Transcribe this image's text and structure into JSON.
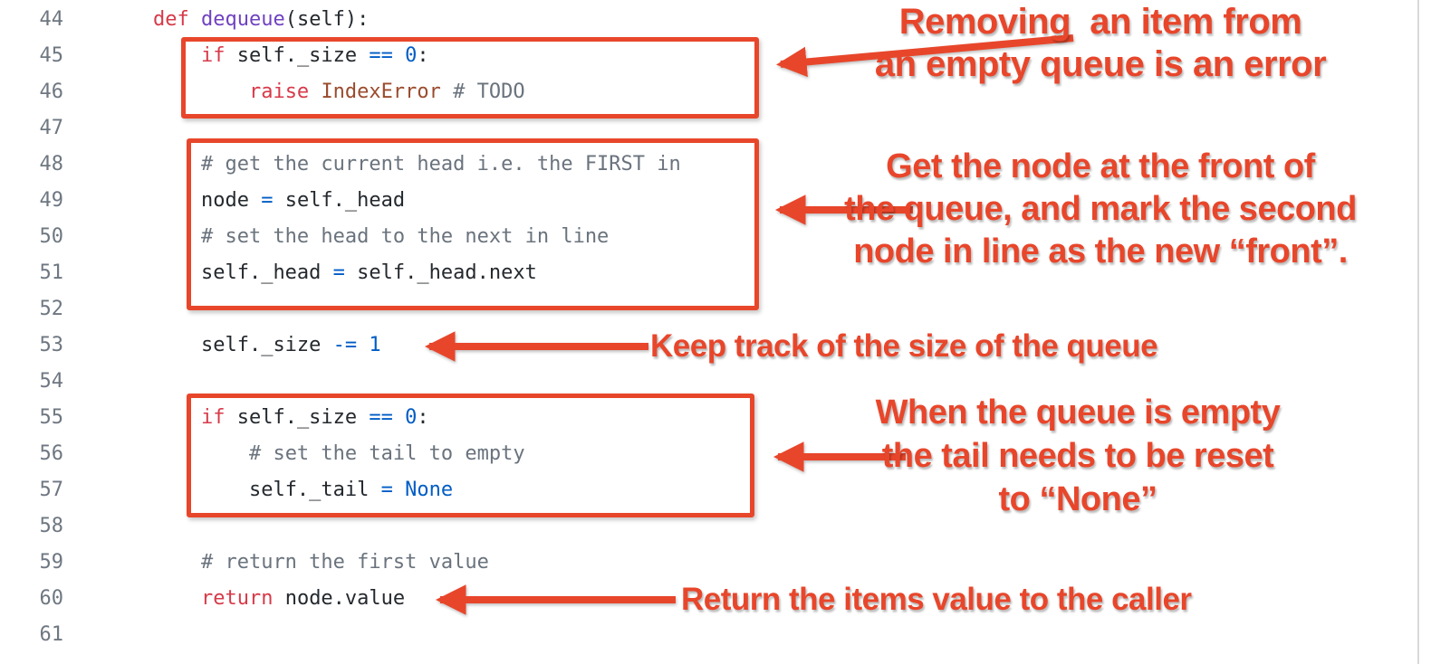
{
  "colors": {
    "accent_red": "#E8462B",
    "syntax": {
      "keyword": "#D73A49",
      "function": "#6F42C1",
      "operator": "#005CC5",
      "number": "#005CC5",
      "comment": "#6A737D",
      "type": "#9B4B2D",
      "text": "#24292E",
      "line_number": "#6E7781"
    },
    "edge_line": "#D8D8D8"
  },
  "code": {
    "language": "python",
    "lines": [
      {
        "number": 44,
        "tokens": [
          {
            "t": "    ",
            "c": "tx"
          },
          {
            "t": "def",
            "c": "kw"
          },
          {
            "t": " ",
            "c": "tx"
          },
          {
            "t": "dequeue",
            "c": "fn"
          },
          {
            "t": "(self):",
            "c": "tx"
          }
        ]
      },
      {
        "number": 45,
        "tokens": [
          {
            "t": "        ",
            "c": "tx"
          },
          {
            "t": "if",
            "c": "kw"
          },
          {
            "t": " self._size ",
            "c": "tx"
          },
          {
            "t": "==",
            "c": "op"
          },
          {
            "t": " ",
            "c": "tx"
          },
          {
            "t": "0",
            "c": "num"
          },
          {
            "t": ":",
            "c": "tx"
          }
        ]
      },
      {
        "number": 46,
        "tokens": [
          {
            "t": "            ",
            "c": "tx"
          },
          {
            "t": "raise",
            "c": "kw"
          },
          {
            "t": " ",
            "c": "tx"
          },
          {
            "t": "IndexError",
            "c": "ty"
          },
          {
            "t": " ",
            "c": "tx"
          },
          {
            "t": "# TODO",
            "c": "cm"
          }
        ]
      },
      {
        "number": 47,
        "tokens": []
      },
      {
        "number": 48,
        "tokens": [
          {
            "t": "        ",
            "c": "tx"
          },
          {
            "t": "# get the current head i.e. the FIRST in",
            "c": "cm"
          }
        ]
      },
      {
        "number": 49,
        "tokens": [
          {
            "t": "        ",
            "c": "tx"
          },
          {
            "t": "node ",
            "c": "tx"
          },
          {
            "t": "=",
            "c": "op"
          },
          {
            "t": " self._head",
            "c": "tx"
          }
        ]
      },
      {
        "number": 50,
        "tokens": [
          {
            "t": "        ",
            "c": "tx"
          },
          {
            "t": "# set the head to the next in line",
            "c": "cm"
          }
        ]
      },
      {
        "number": 51,
        "tokens": [
          {
            "t": "        ",
            "c": "tx"
          },
          {
            "t": "self._head ",
            "c": "tx"
          },
          {
            "t": "=",
            "c": "op"
          },
          {
            "t": " self._head.next",
            "c": "tx"
          }
        ]
      },
      {
        "number": 52,
        "tokens": []
      },
      {
        "number": 53,
        "tokens": [
          {
            "t": "        ",
            "c": "tx"
          },
          {
            "t": "self._size ",
            "c": "tx"
          },
          {
            "t": "-=",
            "c": "op"
          },
          {
            "t": " ",
            "c": "tx"
          },
          {
            "t": "1",
            "c": "num"
          }
        ]
      },
      {
        "number": 54,
        "tokens": []
      },
      {
        "number": 55,
        "tokens": [
          {
            "t": "        ",
            "c": "tx"
          },
          {
            "t": "if",
            "c": "kw"
          },
          {
            "t": " self._size ",
            "c": "tx"
          },
          {
            "t": "==",
            "c": "op"
          },
          {
            "t": " ",
            "c": "tx"
          },
          {
            "t": "0",
            "c": "num"
          },
          {
            "t": ":",
            "c": "tx"
          }
        ]
      },
      {
        "number": 56,
        "tokens": [
          {
            "t": "            ",
            "c": "tx"
          },
          {
            "t": "# set the tail to empty",
            "c": "cm"
          }
        ]
      },
      {
        "number": 57,
        "tokens": [
          {
            "t": "            ",
            "c": "tx"
          },
          {
            "t": "self._tail ",
            "c": "tx"
          },
          {
            "t": "=",
            "c": "op"
          },
          {
            "t": " ",
            "c": "tx"
          },
          {
            "t": "None",
            "c": "num"
          }
        ]
      },
      {
        "number": 58,
        "tokens": []
      },
      {
        "number": 59,
        "tokens": [
          {
            "t": "        ",
            "c": "tx"
          },
          {
            "t": "# return the first value",
            "c": "cm"
          }
        ]
      },
      {
        "number": 60,
        "tokens": [
          {
            "t": "        ",
            "c": "tx"
          },
          {
            "t": "return",
            "c": "kw"
          },
          {
            "t": " node.value",
            "c": "tx"
          }
        ]
      },
      {
        "number": 61,
        "tokens": []
      }
    ]
  },
  "annotations": [
    {
      "id": "empty-error",
      "lines": [
        "Removing  an item from",
        "an empty queue is an error"
      ]
    },
    {
      "id": "front-node",
      "lines": [
        "Get the node at the front of",
        "the queue, and mark the second",
        "node in line as the new “front”."
      ]
    },
    {
      "id": "size-track",
      "lines": [
        "Keep track of the size of the queue"
      ]
    },
    {
      "id": "tail-reset",
      "lines": [
        "When the queue is empty",
        "the tail needs to be reset",
        "to “None”"
      ]
    },
    {
      "id": "return-value",
      "lines": [
        "Return the items value to the caller"
      ]
    }
  ]
}
